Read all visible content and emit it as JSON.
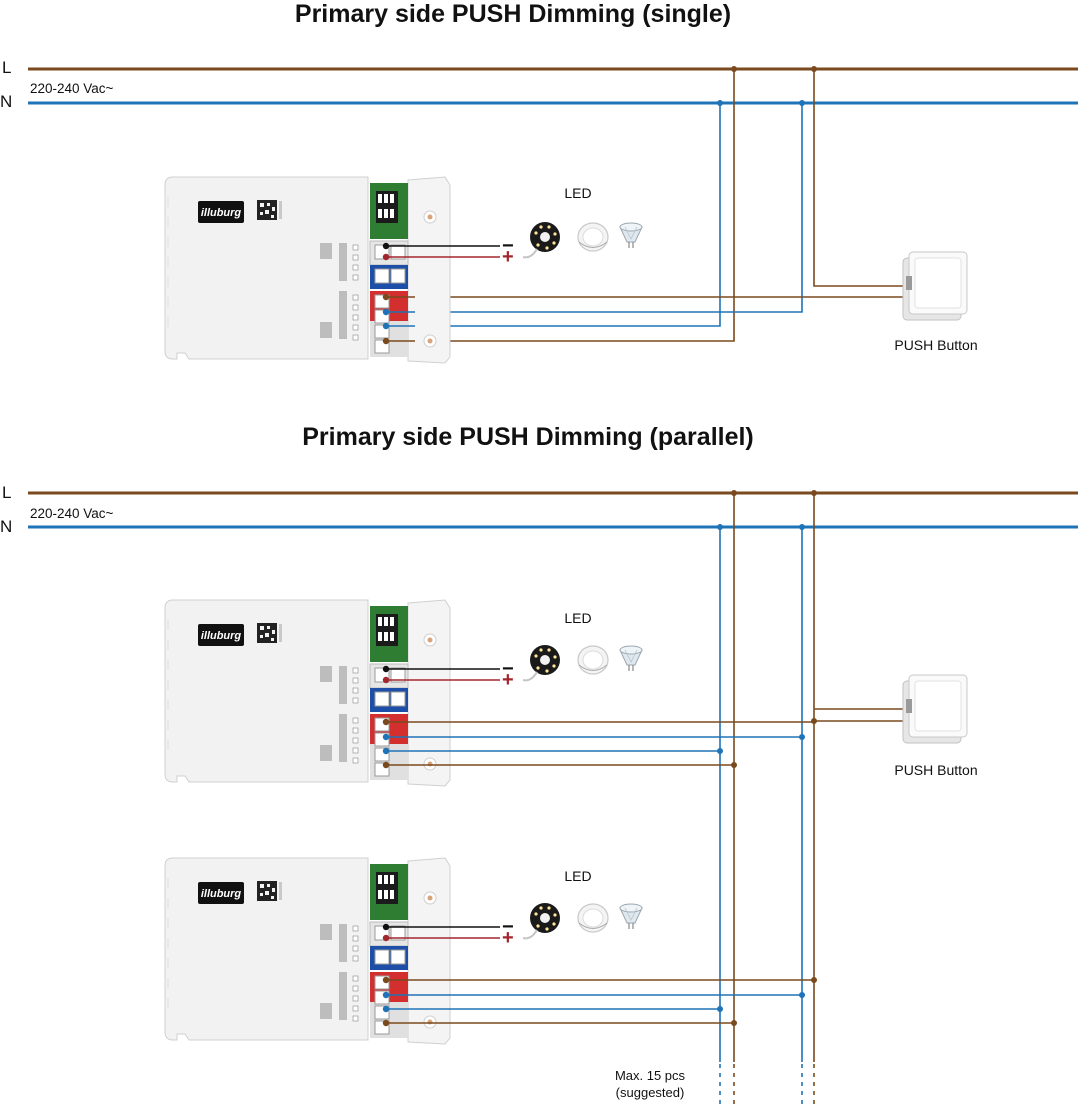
{
  "colors": {
    "live": "#7a4a1e",
    "neutral": "#1f73b7",
    "dc_negative": "#111111",
    "dc_positive": "#a3262e",
    "terminal_green": "#2e7d32",
    "terminal_blue": "#1e4fa8",
    "terminal_red": "#d32f2f",
    "brand_bg": "#111111"
  },
  "diagram_single": {
    "title": "Primary side PUSH Dimming (single)",
    "live_label": "L",
    "neutral_label": "N",
    "voltage_label": "220-240 Vac~",
    "led_label": "LED",
    "push_button_label": "PUSH Button",
    "driver": {
      "brand": "illuburg"
    },
    "output_negative_sign": "−",
    "output_positive_sign": "+"
  },
  "diagram_parallel": {
    "title": "Primary side PUSH Dimming (parallel)",
    "live_label": "L",
    "neutral_label": "N",
    "voltage_label": "220-240 Vac~",
    "led_label_1": "LED",
    "led_label_2": "LED",
    "push_button_label": "PUSH Button",
    "driver_1": {
      "brand": "illuburg"
    },
    "driver_2": {
      "brand": "illuburg"
    },
    "output_negative_sign": "−",
    "output_positive_sign": "+",
    "max_note_line1": "Max. 15 pcs",
    "max_note_line2": "(suggested)"
  }
}
